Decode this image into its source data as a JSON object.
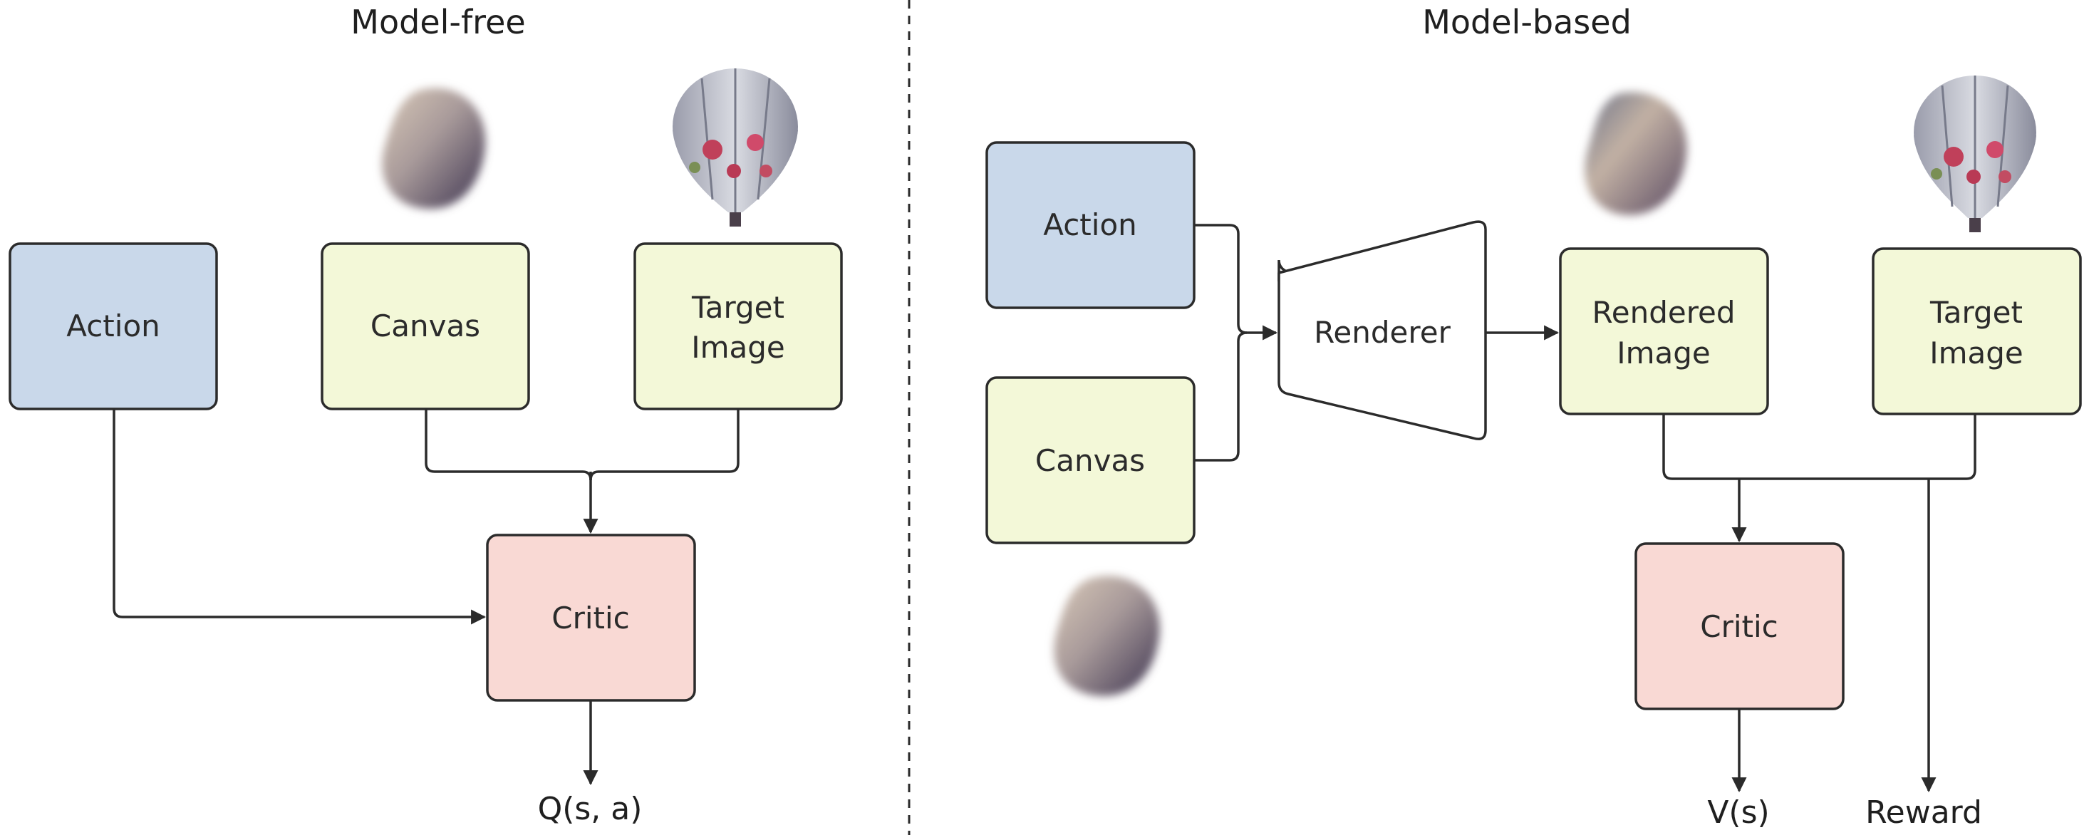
{
  "model_free": {
    "title": "Model-free",
    "nodes": {
      "action": "Action",
      "canvas": "Canvas",
      "target_line1": "Target",
      "target_line2": "Image",
      "critic": "Critic"
    },
    "output": "Q(s, a)"
  },
  "model_based": {
    "title": "Model-based",
    "nodes": {
      "action": "Action",
      "canvas": "Canvas",
      "renderer": "Renderer",
      "rendered_line1": "Rendered",
      "rendered_line2": "Image",
      "target_line1": "Target",
      "target_line2": "Image",
      "critic": "Critic"
    },
    "outputs": {
      "value": "V(s)",
      "reward": "Reward"
    }
  },
  "colors": {
    "action": "#c9d8ea",
    "image": "#f3f8d8",
    "critic": "#f9d9d4",
    "renderer": "#ffffff",
    "stroke": "#2b2b2b"
  }
}
